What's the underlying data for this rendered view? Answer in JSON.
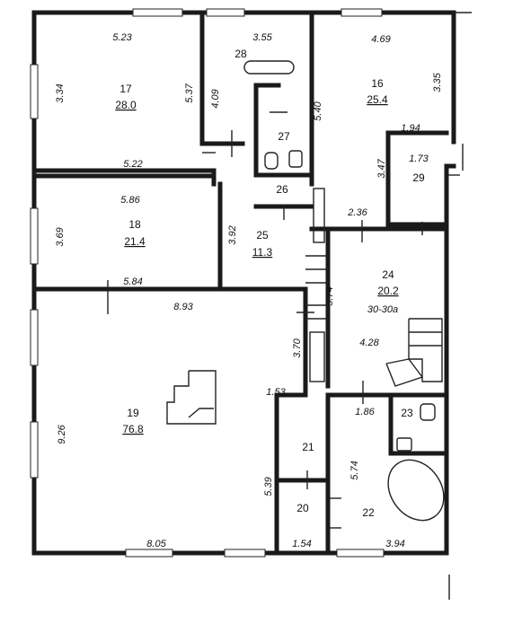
{
  "rooms": {
    "r17": {
      "num": "17",
      "area": "28.0"
    },
    "r28": {
      "num": "28"
    },
    "r16": {
      "num": "16",
      "area": "25.4"
    },
    "r27": {
      "num": "27"
    },
    "r29": {
      "num": "29"
    },
    "r26": {
      "num": "26"
    },
    "r18": {
      "num": "18",
      "area": "21.4"
    },
    "r25": {
      "num": "25",
      "area": "11.3"
    },
    "r24": {
      "num": "24",
      "area": "20.2",
      "note": "30-30a"
    },
    "r19": {
      "num": "19",
      "area": "76.8"
    },
    "r23": {
      "num": "23"
    },
    "r21": {
      "num": "21"
    },
    "r20": {
      "num": "20"
    },
    "r22": {
      "num": "22"
    }
  },
  "dims": {
    "d523": "5.23",
    "d355": "3.55",
    "d469": "4.69",
    "d334": "3.34",
    "d537": "5.37",
    "d409": "4.09",
    "d540": "5.40",
    "d335": "3.35",
    "d194": "1.94",
    "d173": "1.73",
    "d347": "3.47",
    "d522": "5.22",
    "d586": "5.86",
    "d369": "3.69",
    "d392": "3.92",
    "d236": "2.36",
    "d584": "5.84",
    "d574a": "5.74",
    "d893": "8.93",
    "d370": "3.70",
    "d428": "4.28",
    "d153": "1.53",
    "d186": "1.86",
    "d926": "9.26",
    "d574b": "5.74",
    "d539": "5.39",
    "d805": "8.05",
    "d154": "1.54",
    "d394": "3.94"
  }
}
